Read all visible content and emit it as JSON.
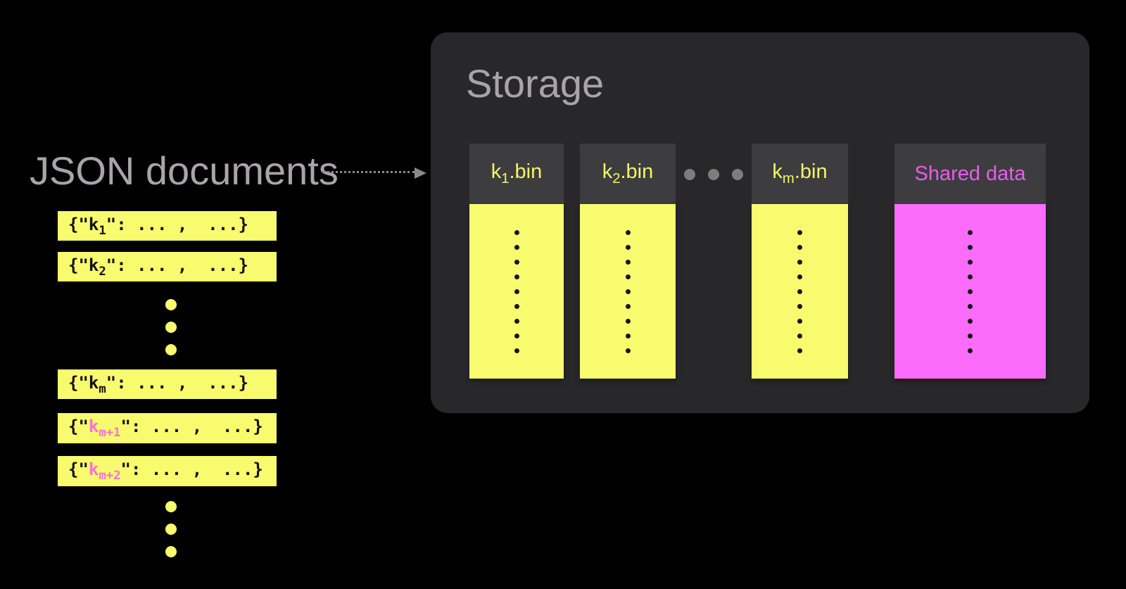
{
  "colors": {
    "background": "#000000",
    "storage_panel": "#28282b",
    "bin_header": "#3d3d40",
    "bin_fill_yellow": "#f9fb6e",
    "shared_fill_magenta": "#fb6cfb",
    "shared_label_magenta": "#e95de9",
    "doc_key_pink": "#fb70d7",
    "muted_text_gray": "#a8a5a9",
    "arrow_gray": "#8a8a8a",
    "dot_black": "#161616",
    "separator_dot_gray": "#7d7d7d",
    "ellipsis_dot_yellow": "#f9fb6e"
  },
  "left": {
    "title": "JSON documents",
    "documents": [
      {
        "open": "{\"",
        "key": "k",
        "sub": "1",
        "rest": "\": ... ,  ...}"
      },
      {
        "open": "{\"",
        "key": "k",
        "sub": "2",
        "rest": "\": ... ,  ...}"
      },
      {
        "open": "{\"",
        "key": "k",
        "sub": "m",
        "rest": "\": ... ,  ...}"
      },
      {
        "open": "{\"",
        "key": "k",
        "sub": "m+1",
        "rest": "\": ... ,  ...}"
      },
      {
        "open": "{\"",
        "key": "k",
        "sub": "m+2",
        "rest": "\": ... ,  ...}"
      }
    ],
    "ellipsis_dot_count": 3
  },
  "storage": {
    "title": "Storage",
    "bins": [
      {
        "key": "k",
        "sub": "1",
        "suffix": ".bin"
      },
      {
        "key": "k",
        "sub": "2",
        "suffix": ".bin"
      },
      {
        "key": "k",
        "sub": "m",
        "suffix": ".bin"
      }
    ],
    "shared": {
      "label": "Shared data"
    },
    "column_dot_count": 9,
    "separator_dot_count": 3
  }
}
